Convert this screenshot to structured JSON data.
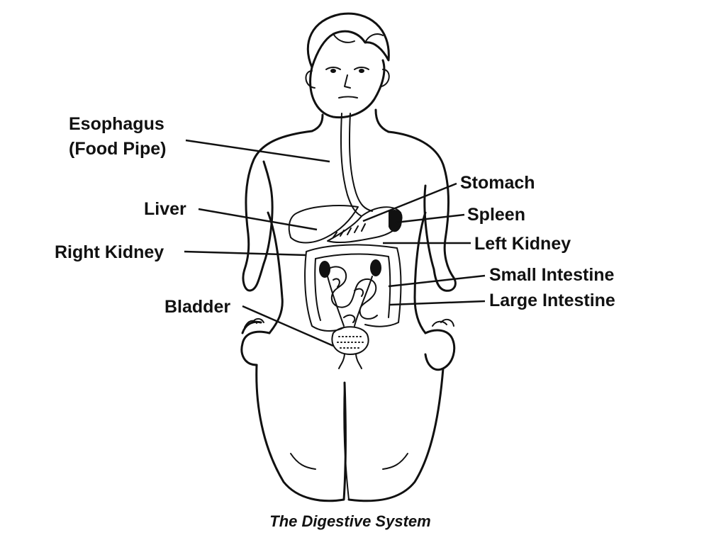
{
  "diagram": {
    "labels": {
      "esophagus": "Esophagus",
      "food_pipe": "(Food Pipe)",
      "liver": "Liver",
      "right_kidney": "Right Kidney",
      "bladder": "Bladder",
      "stomach": "Stomach",
      "spleen": "Spleen",
      "left_kidney": "Left Kidney",
      "small_intestine": "Small Intestine",
      "large_intestine": "Large Intestine"
    },
    "caption": "The Digestive System",
    "colors": {
      "ink": "#111111",
      "background": "#ffffff"
    }
  }
}
